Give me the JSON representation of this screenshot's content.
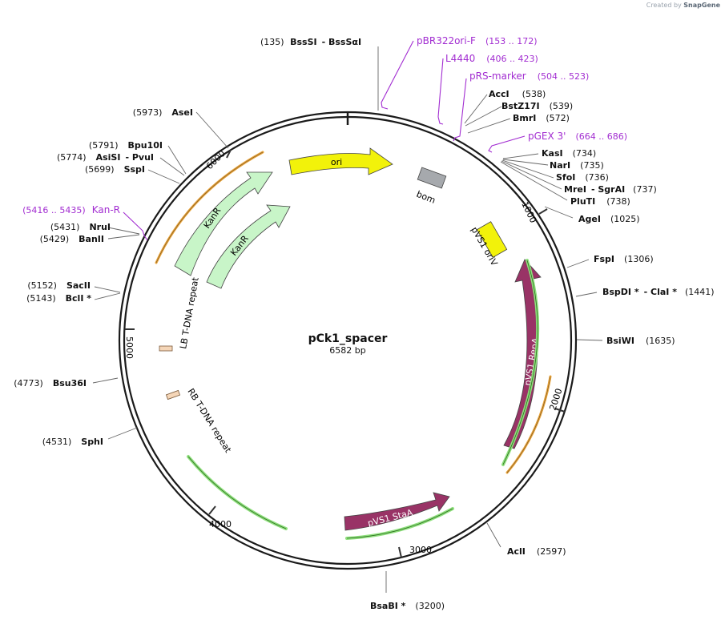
{
  "credit": {
    "prefix": "Created by",
    "brand": "SnapGene"
  },
  "plasmid": {
    "name": "pCk1_spacer",
    "size": "6582 bp"
  },
  "ruler": [
    "1000",
    "2000",
    "3000",
    "4000",
    "5000",
    "6000"
  ],
  "sites": [
    {
      "id": "bsssi",
      "pos": "(135)",
      "name": "BssSI",
      "alias": "BssSαI"
    },
    {
      "id": "acci",
      "name": "AccI",
      "pos": "(538)"
    },
    {
      "id": "bstz17i",
      "name": "BstZ17I",
      "pos": "(539)"
    },
    {
      "id": "bmri",
      "name": "BmrI",
      "pos": "(572)"
    },
    {
      "id": "kasi",
      "name": "KasI",
      "pos": "(734)"
    },
    {
      "id": "nari",
      "name": "NarI",
      "pos": "(735)"
    },
    {
      "id": "sfoi",
      "name": "SfoI",
      "pos": "(736)"
    },
    {
      "id": "mrei",
      "name": "MreI",
      "alias": "SgrAI",
      "pos": "(737)"
    },
    {
      "id": "pluti",
      "name": "PluTI",
      "pos": "(738)"
    },
    {
      "id": "agei",
      "name": "AgeI",
      "pos": "(1025)"
    },
    {
      "id": "fspi",
      "name": "FspI",
      "pos": "(1306)"
    },
    {
      "id": "bspdi",
      "name": "BspDI *",
      "alias": "ClaI *",
      "pos": "(1441)"
    },
    {
      "id": "bsiwi",
      "name": "BsiWI",
      "pos": "(1635)"
    },
    {
      "id": "acli",
      "name": "AclI",
      "pos": "(2597)"
    },
    {
      "id": "bsabi",
      "name": "BsaBI *",
      "pos": "(3200)"
    },
    {
      "id": "sphi",
      "pos": "(4531)",
      "name": "SphI"
    },
    {
      "id": "bsu36i",
      "pos": "(4773)",
      "name": "Bsu36I"
    },
    {
      "id": "bcli",
      "pos": "(5143)",
      "name": "BclI *"
    },
    {
      "id": "sacii",
      "pos": "(5152)",
      "name": "SacII"
    },
    {
      "id": "banii",
      "pos": "(5429)",
      "name": "BanII"
    },
    {
      "id": "nrui",
      "pos": "(5431)",
      "name": "NruI"
    },
    {
      "id": "sspi",
      "pos": "(5699)",
      "name": "SspI"
    },
    {
      "id": "asisi",
      "pos": "(5774)",
      "name": "AsiSI",
      "alias": "PvuI"
    },
    {
      "id": "bpu10i",
      "pos": "(5791)",
      "name": "Bpu10I"
    },
    {
      "id": "asei",
      "pos": "(5973)",
      "name": "AseI"
    }
  ],
  "primers": [
    {
      "id": "pbr322ori",
      "name": "pBR322ori-F",
      "range": "(153 .. 172)"
    },
    {
      "id": "l4440",
      "name": "L4440",
      "range": "(406 .. 423)"
    },
    {
      "id": "prs",
      "name": "pRS-marker",
      "range": "(504 .. 523)"
    },
    {
      "id": "pgex3",
      "name": "pGEX 3'",
      "range": "(664 .. 686)"
    },
    {
      "id": "kanr-primer",
      "range": "(5416 .. 5435)",
      "name": "Kan-R"
    }
  ],
  "features": {
    "ori": "ori",
    "bom": "bom",
    "pvs1_oriv": "pVS1 oriV",
    "pvs1_repa": "pVS1 RepA",
    "pvs1_staa": "pVS1 StaA",
    "kanr_outer": "KanR",
    "kanr_inner": "KanR",
    "lb_repeat": "LB T-DNA repeat",
    "rb_repeat": "RB T-DNA repeat"
  },
  "colors": {
    "backbone": "#1a1a1a",
    "primer": "#a22dd1",
    "ori": "#f2f20a",
    "kanr": "#c8f5c8",
    "repa": "#993366",
    "bom": "#a6a9ad",
    "orange_feature": "#e8a33a",
    "green_feature": "#8fe07d",
    "repeat_box": "#f5d6b8"
  }
}
